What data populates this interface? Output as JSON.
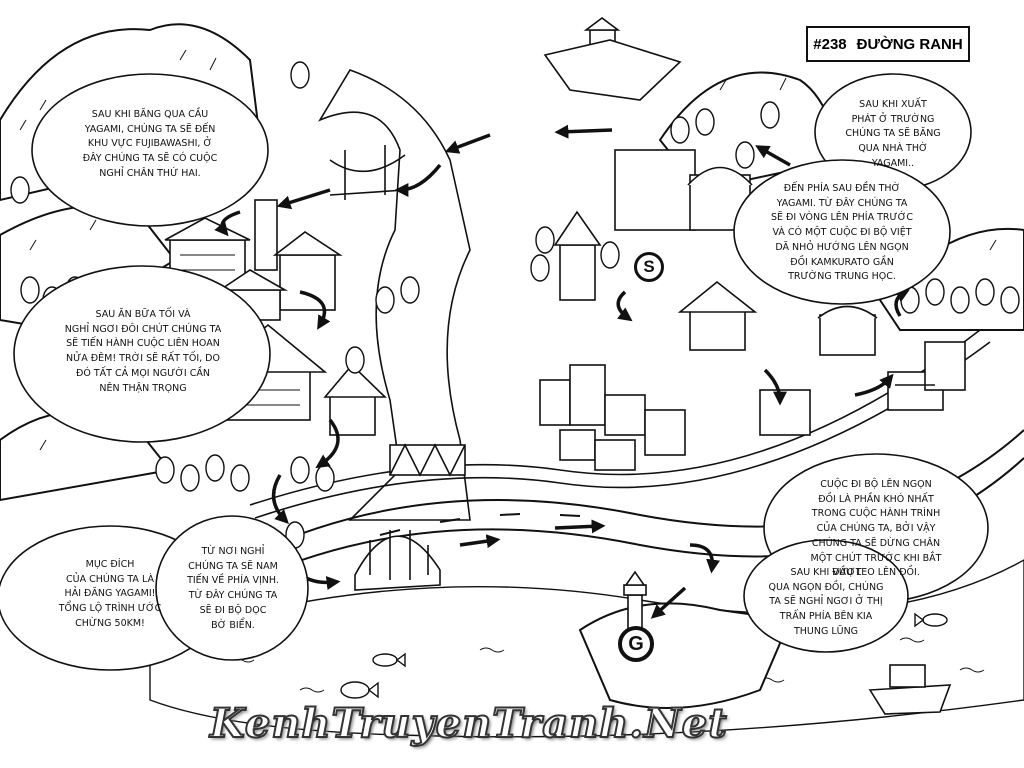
{
  "chapter": {
    "number": "#238",
    "title": "ĐƯỜNG RANH"
  },
  "bubbles": {
    "b1": "SAU KHI BĂNG QUA CẦU\nYAGAMI, CHÚNG TA SẼ ĐẾN\nKHU VỰC FUJIBAWASHI, Ở\nĐÂY CHÚNG TA SẼ CÓ CUỘC\nNGHỈ CHÂN THỨ HAI.",
    "b2": "SAU ĂN BỮA TỐI VÀ\nNGHỈ NGƠI ĐÔI CHÚT CHÚNG TA\nSẼ TIẾN HÀNH CUỘC LIÊN HOAN\nNỬA ĐÊM! TRỜI SẼ RẤT TỐI, DO\nĐÓ TẤT CẢ MỌI NGƯỜI CẦN\nNÊN THẬN TRỌNG",
    "b3": "MỤC ĐÍCH\nCỦA CHÚNG TA LÀ\nHẢI ĐĂNG YAGAMI!\nTỔNG LỘ TRÌNH ƯỚC\nCHỪNG 50KM!",
    "b4": "TỪ NƠI NGHỈ\nCHÚNG TA SẼ NAM\nTIẾN VỀ PHÍA VỊNH.\nTỪ ĐÂY CHÚNG TA\nSẼ ĐI BỘ DỌC\nBỜ BIỂN.",
    "b5": "SAU KHI XUẤT\nPHÁT Ở TRƯỜNG\nCHÚNG TA SẼ BĂNG\nQUA NHÀ THỜ\nYAGAMI..",
    "b6": "ĐẾN PHÍA SAU ĐỀN THỜ\nYAGAMI. TỪ ĐÂY CHÚNG TA\nSẼ ĐI VÒNG LÊN PHÍA TRƯỚC\nVÀ CÓ MỘT CUỘC ĐI BỘ VIỆT\nDÃ NHỎ HƯỚNG LÊN NGỌN\nĐỒI KAMKURATO GẦN\nTRƯỜNG TRUNG HỌC.",
    "b7": "CUỘC ĐI BỘ LÊN NGỌN\nĐỒI LÀ PHẦN KHÓ NHẤT\nTRONG CUỘC HÀNH TRÌNH\nCỦA CHÚNG TA, BỞI VẬY\nCHÚNG TA SẼ DỪNG CHÂN\nMỘT CHÚT TRƯỚC KHI BẮT\nĐẦU LEO LÊN ĐỒI.",
    "b8": "SAU KHI VƯỢT\nQUA NGỌN ĐỒI, CHÚNG\nTA SẼ NGHỈ NGƠI Ở THỊ\nTRẤN PHÍA BÊN KIA\nTHUNG LŨNG"
  },
  "markers": {
    "start": "S",
    "goal": "G"
  },
  "watermark": "KenhTruyenTranh.Net",
  "colors": {
    "ink": "#111111",
    "paper": "#ffffff"
  }
}
